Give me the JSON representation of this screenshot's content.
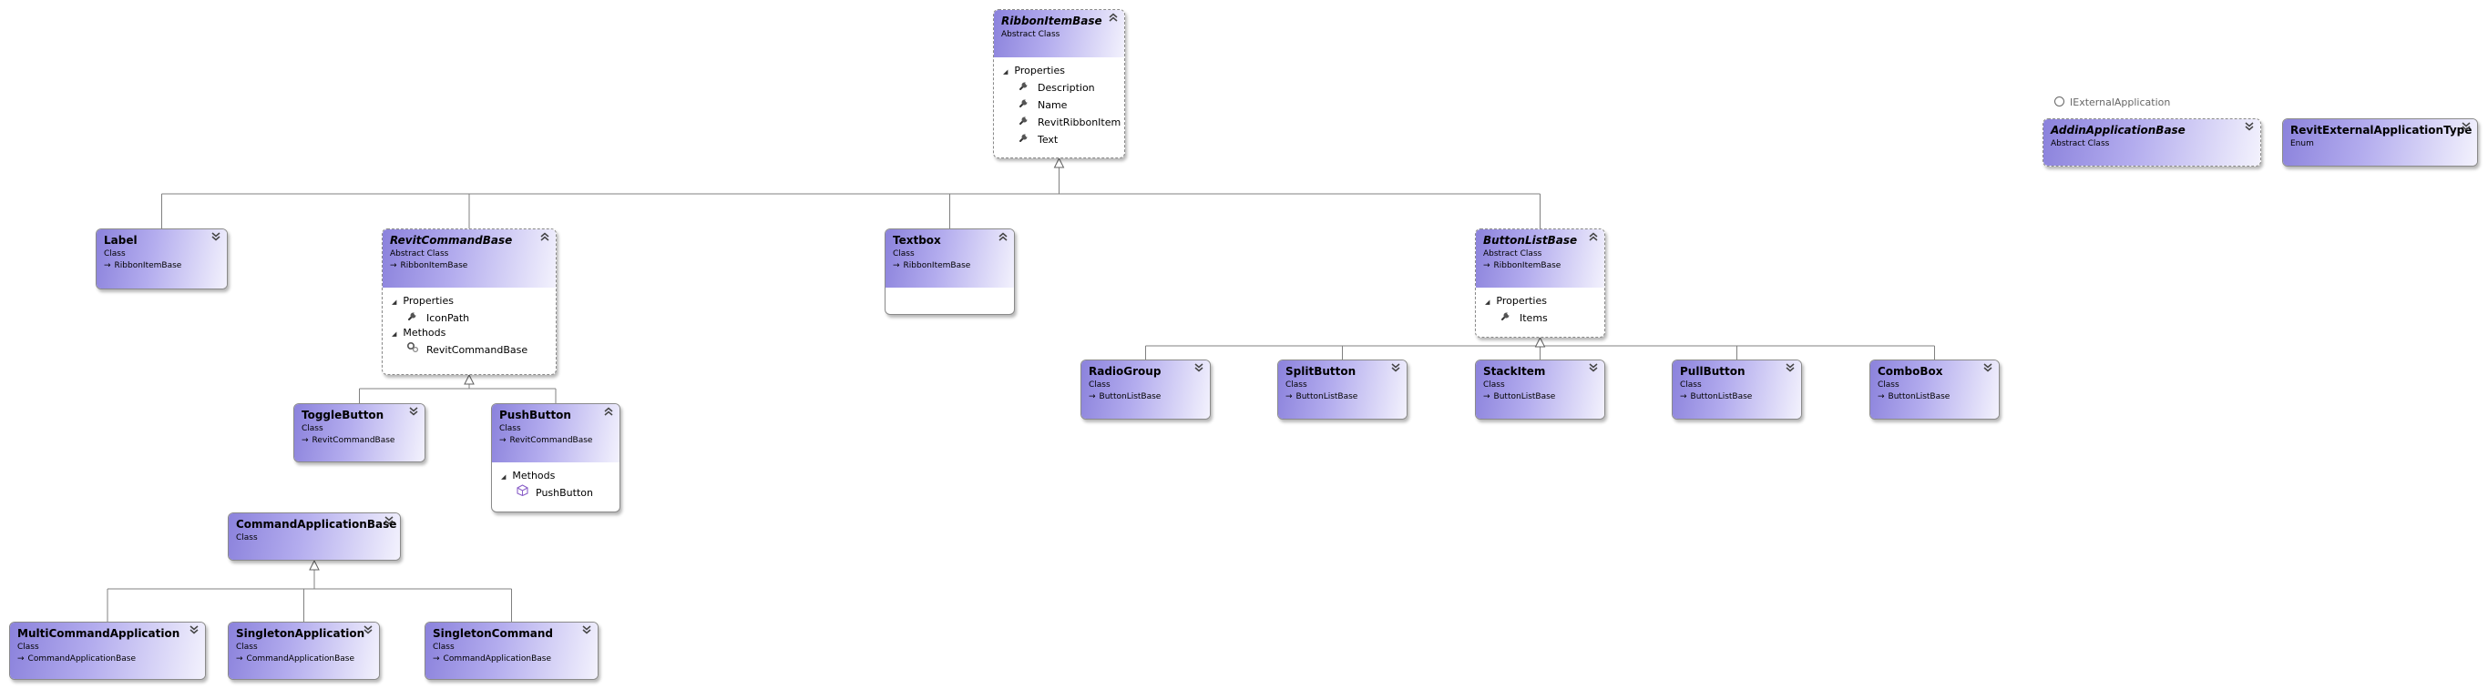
{
  "diagram": {
    "classes": [
      {
        "id": "RibbonItemBase",
        "name": "RibbonItemBase",
        "stereotype": "Abstract Class",
        "abstract": true,
        "toggle": "«",
        "sections": [
          {
            "title": "Properties",
            "members": [
              {
                "icon": "wrench-icon",
                "name": "Description"
              },
              {
                "icon": "wrench-icon",
                "name": "Name"
              },
              {
                "icon": "wrench-icon",
                "name": "RevitRibbonItem"
              },
              {
                "icon": "wrench-icon",
                "name": "Text"
              }
            ]
          }
        ]
      },
      {
        "id": "Label",
        "name": "Label",
        "stereotype": "Class",
        "base": "RibbonItemBase",
        "toggle": "»"
      },
      {
        "id": "RevitCommandBase",
        "name": "RevitCommandBase",
        "stereotype": "Abstract Class",
        "abstract": true,
        "base": "RibbonItemBase",
        "toggle": "«",
        "sections": [
          {
            "title": "Properties",
            "members": [
              {
                "icon": "wrench-icon",
                "name": "IconPath"
              }
            ]
          },
          {
            "title": "Methods",
            "members": [
              {
                "icon": "constructor-icon",
                "name": "RevitCommandBase"
              }
            ]
          }
        ]
      },
      {
        "id": "Textbox",
        "name": "Textbox",
        "stereotype": "Class",
        "base": "RibbonItemBase",
        "toggle": "«"
      },
      {
        "id": "ButtonListBase",
        "name": "ButtonListBase",
        "stereotype": "Abstract Class",
        "abstract": true,
        "base": "RibbonItemBase",
        "toggle": "«",
        "sections": [
          {
            "title": "Properties",
            "members": [
              {
                "icon": "wrench-icon",
                "name": "Items"
              }
            ]
          }
        ]
      },
      {
        "id": "ToggleButton",
        "name": "ToggleButton",
        "stereotype": "Class",
        "base": "RevitCommandBase",
        "toggle": "»"
      },
      {
        "id": "PushButton",
        "name": "PushButton",
        "stereotype": "Class",
        "base": "RevitCommandBase",
        "toggle": "«",
        "sections": [
          {
            "title": "Methods",
            "members": [
              {
                "icon": "method-cube-icon",
                "name": "PushButton"
              }
            ]
          }
        ]
      },
      {
        "id": "RadioGroup",
        "name": "RadioGroup",
        "stereotype": "Class",
        "base": "ButtonListBase",
        "toggle": "»"
      },
      {
        "id": "SplitButton",
        "name": "SplitButton",
        "stereotype": "Class",
        "base": "ButtonListBase",
        "toggle": "»"
      },
      {
        "id": "StackItem",
        "name": "StackItem",
        "stereotype": "Class",
        "base": "ButtonListBase",
        "toggle": "»"
      },
      {
        "id": "PullButton",
        "name": "PullButton",
        "stereotype": "Class",
        "base": "ButtonListBase",
        "toggle": "»"
      },
      {
        "id": "ComboBox",
        "name": "ComboBox",
        "stereotype": "Class",
        "base": "ButtonListBase",
        "toggle": "»"
      },
      {
        "id": "CommandApplicationBase",
        "name": "CommandApplicationBase",
        "stereotype": "Class",
        "toggle": "»"
      },
      {
        "id": "MultiCommandApplication",
        "name": "MultiCommandApplication",
        "stereotype": "Class",
        "base": "CommandApplicationBase",
        "toggle": "»"
      },
      {
        "id": "SingletonApplication",
        "name": "SingletonApplication",
        "stereotype": "Class",
        "base": "CommandApplicationBase",
        "toggle": "»"
      },
      {
        "id": "SingletonCommand",
        "name": "SingletonCommand",
        "stereotype": "Class",
        "base": "CommandApplicationBase",
        "toggle": "»"
      },
      {
        "id": "AddinApplicationBase",
        "name": "AddinApplicationBase",
        "stereotype": "Abstract Class",
        "abstract": true,
        "toggle": "»",
        "interface": "IExternalApplication"
      },
      {
        "id": "RevitExternalApplicationType",
        "name": "RevitExternalApplicationType",
        "stereotype": "Enum",
        "toggle": "»"
      }
    ]
  },
  "colors": {
    "header_start": "#8b82dc",
    "header_end": "#f3f2fd",
    "line": "#808080"
  }
}
